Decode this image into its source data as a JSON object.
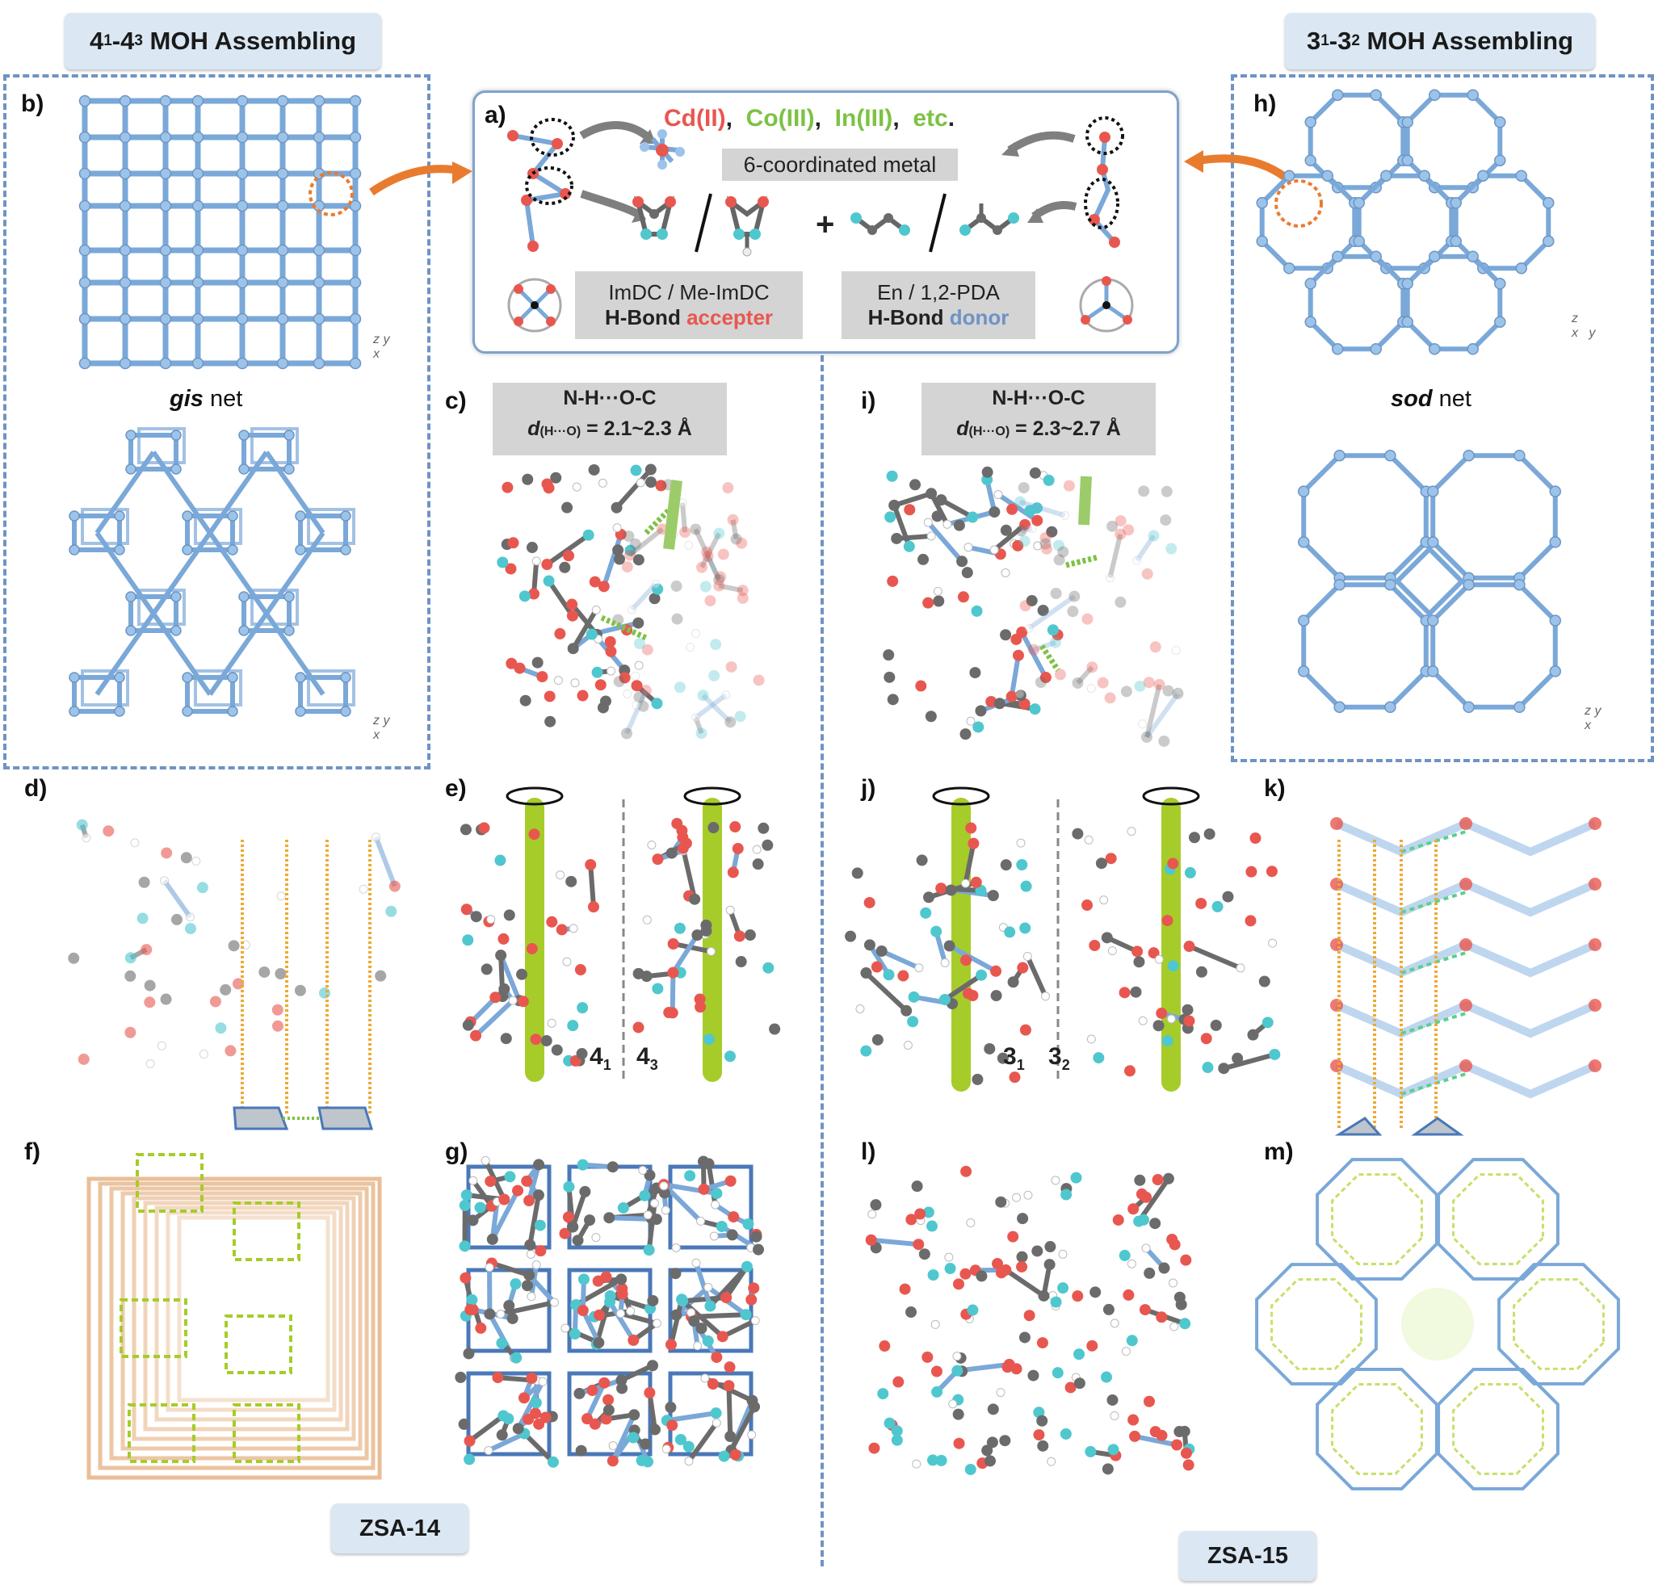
{
  "header_left": {
    "main": "4",
    "sub1": "1",
    "mid": "-4",
    "sub2": "3",
    "tail": " MOH Assembling"
  },
  "header_right": {
    "main": "3",
    "sub1": "1",
    "mid": "-3",
    "sub2": "2",
    "tail": " MOH Assembling"
  },
  "panel_labels": {
    "a": "a)",
    "b": "b)",
    "c": "c)",
    "d": "d)",
    "e": "e)",
    "f": "f)",
    "g": "g)",
    "h": "h)",
    "i": "i)",
    "j": "j)",
    "k": "k)",
    "l": "l)",
    "m": "m)"
  },
  "panel_a": {
    "metals": [
      {
        "text": "Cd(II)",
        "color": "#e8574f"
      },
      {
        "text": ",",
        "color": "#222222"
      },
      {
        "text": "Co(III)",
        "color": "#7dc244"
      },
      {
        "text": ",",
        "color": "#222222"
      },
      {
        "text": "In(III)",
        "color": "#7dc244"
      },
      {
        "text": ",",
        "color": "#222222"
      },
      {
        "text": "etc",
        "color": "#7dc244"
      },
      {
        "text": ".",
        "color": "#222222"
      }
    ],
    "coord_label": "6-coordinated metal",
    "plus": "+",
    "left_box_line1": "ImDC / Me-ImDC",
    "left_box_bold": "H-Bond",
    "left_box_role": "accepter",
    "right_box_line1": "En / 1,2-PDA",
    "right_box_bold": "H-Bond",
    "right_box_role": "donor",
    "accepter_color": "#e8574f",
    "donor_color": "#6f93c4"
  },
  "panel_b": {
    "net_name": "gis",
    "net_word": " net"
  },
  "panel_h": {
    "net_name": "sod",
    "net_word": " net"
  },
  "panel_c": {
    "bond": "N-H···O-C",
    "d_label": "d",
    "d_sub": "(H···O)",
    "d_value": " = 2.1~2.3 Å"
  },
  "panel_i": {
    "bond": "N-H···O-C",
    "d_label": "d",
    "d_sub": "(H···O)",
    "d_value": " = 2.3~2.7 Å"
  },
  "panel_e": {
    "left": {
      "n": "4",
      "s": "1"
    },
    "right": {
      "n": "4",
      "s": "3"
    }
  },
  "panel_j": {
    "left": {
      "n": "3",
      "s": "1"
    },
    "right": {
      "n": "3",
      "s": "2"
    }
  },
  "axes": {
    "z": "z",
    "y": "y",
    "x": "x"
  },
  "footer_left": "ZSA-14",
  "footer_right": "ZSA-15",
  "colors": {
    "blue_node": "#9cc3ea",
    "blue_bond": "#7aa8d8",
    "frame": "#6f93c4",
    "orange": "#e97b2e",
    "green": "#9ccc2a",
    "red_atom": "#e8574f",
    "cyan_atom": "#4fc7cf",
    "gray_atom": "#6b6b6b",
    "tan": "#e7b78c"
  }
}
